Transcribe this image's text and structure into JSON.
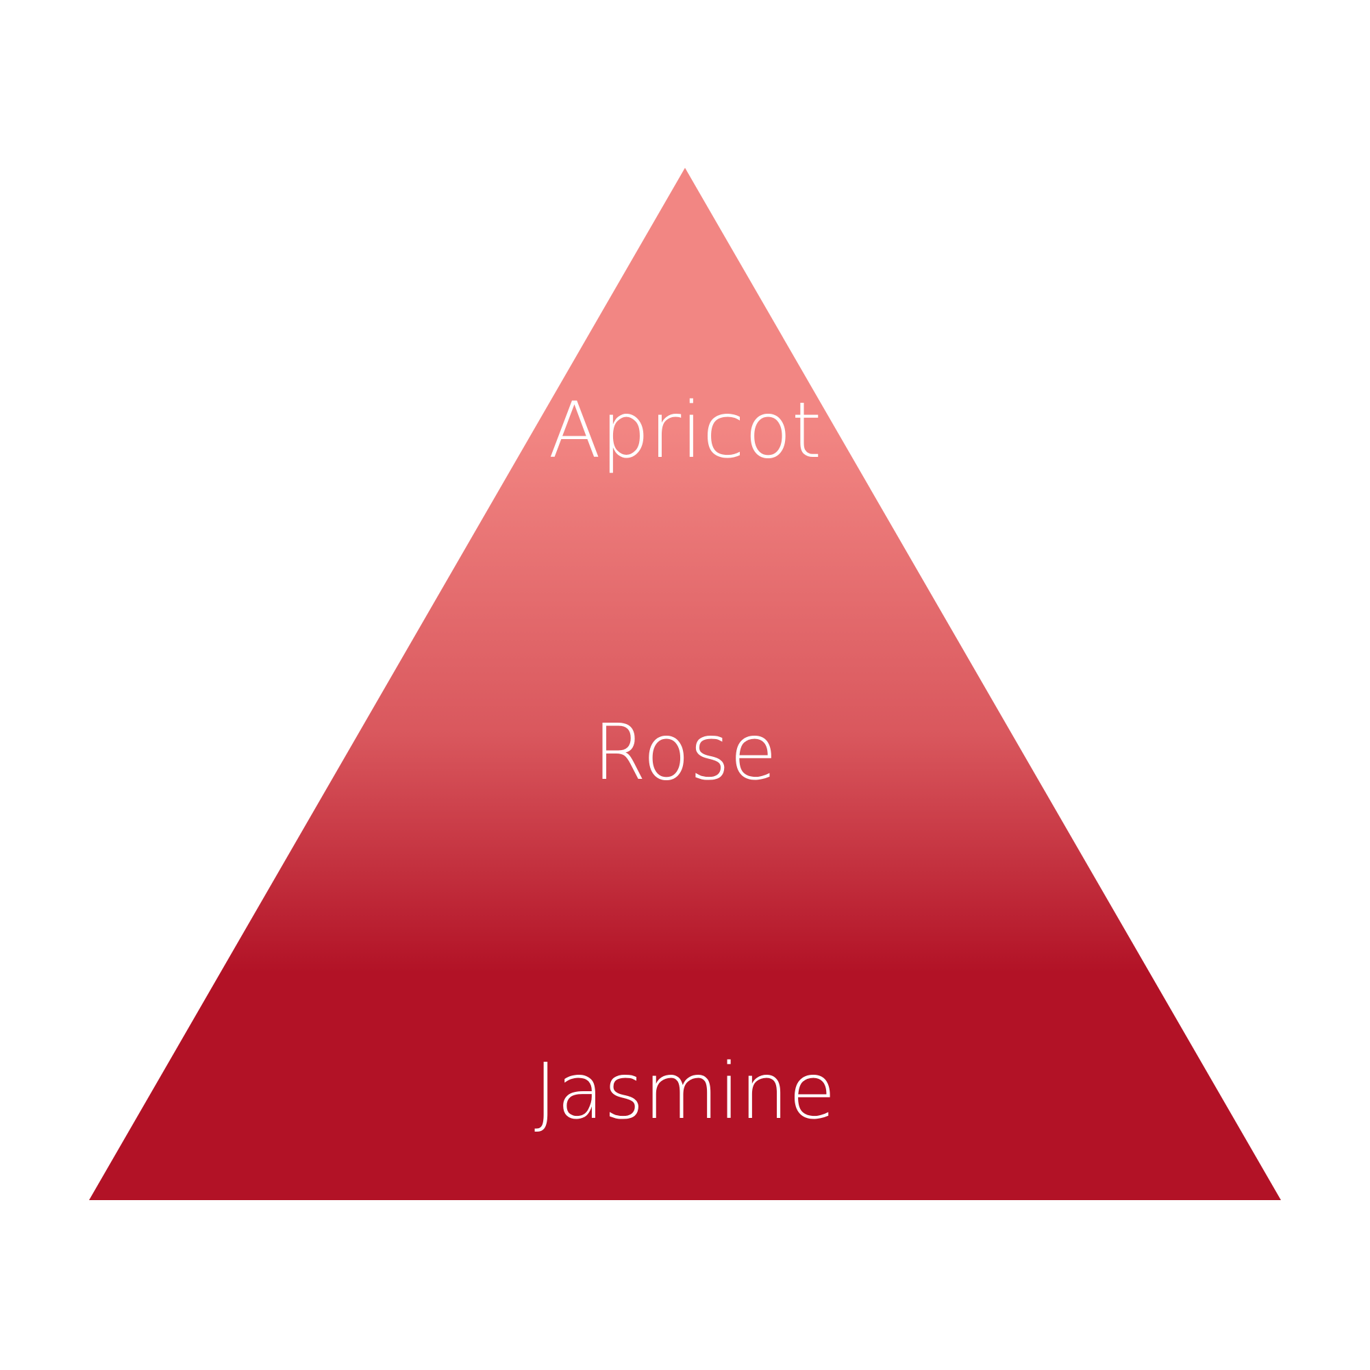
{
  "diagram": {
    "colors": {
      "background": "#FFFFFF",
      "gradient_top": "#F28683",
      "gradient_mid": "#D9575D",
      "gradient_bottom": "#B21226",
      "label": "#FFFFFF"
    },
    "tiers": [
      {
        "label": "Apricot"
      },
      {
        "label": "Rose"
      },
      {
        "label": "Jasmine"
      }
    ]
  }
}
